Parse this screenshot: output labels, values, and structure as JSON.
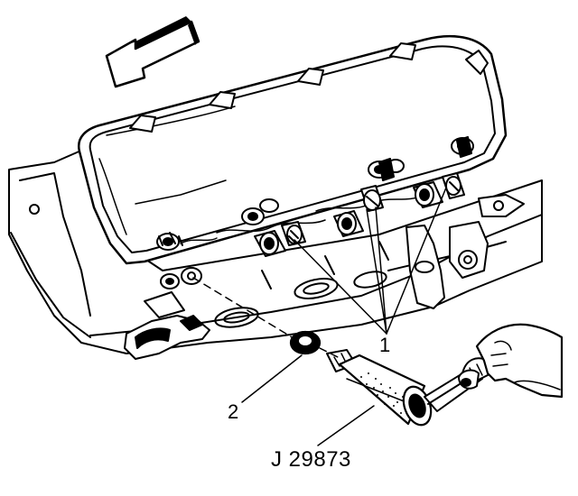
{
  "callouts": {
    "item_1": "1",
    "item_2": "2",
    "tool": "J 29873"
  },
  "colors": {
    "ink": "#000000",
    "paper": "#ffffff"
  }
}
